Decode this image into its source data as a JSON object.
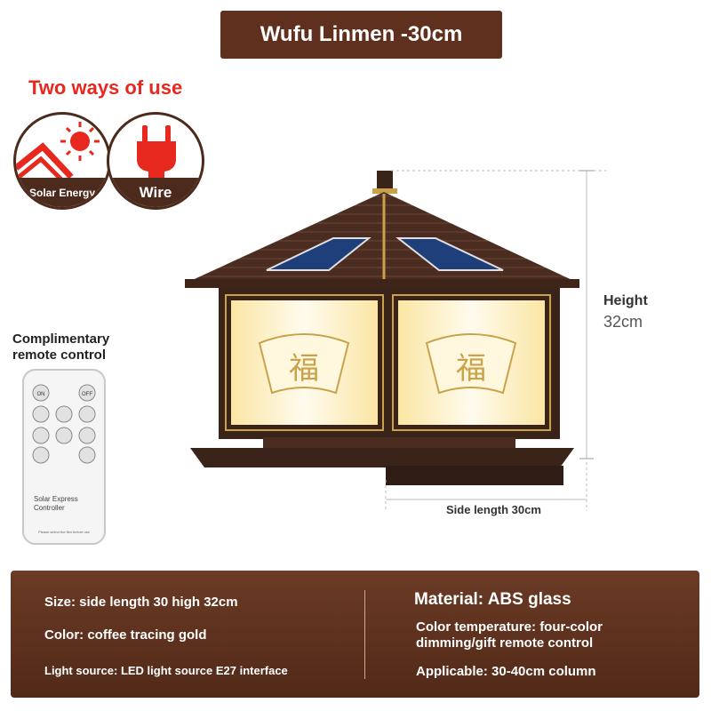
{
  "title": "Wufu Linmen -30cm",
  "ways": {
    "label": "Two ways of use",
    "items": [
      {
        "label": "Solar Energy",
        "icon": "solar-sun-icon"
      },
      {
        "label": "Wire",
        "icon": "power-plug-icon"
      }
    ]
  },
  "remote": {
    "caption": "Complimentary remote control",
    "brand_line1": "Solar Express",
    "brand_line2": "Controller",
    "note": "Please select the film before use",
    "buttons": [
      "ON",
      "OFF"
    ]
  },
  "dimensions": {
    "height_label": "Height",
    "height_value": "32cm",
    "side_label": "Side length 30cm"
  },
  "lamp": {
    "character": "福"
  },
  "specs": {
    "size": "Size: side length 30 high 32cm",
    "color": "Color: coffee tracing gold",
    "light_source": "Light source: LED light source E27 interface",
    "material": "Material: ABS glass",
    "color_temp_line1": "Color temperature: four-color",
    "color_temp_line2": "dimming/gift remote control",
    "applicable": "Applicable: 30-40cm column"
  },
  "colors": {
    "brand": "#5e301d",
    "accent_red": "#e6281e",
    "gold": "#c9a24a"
  }
}
